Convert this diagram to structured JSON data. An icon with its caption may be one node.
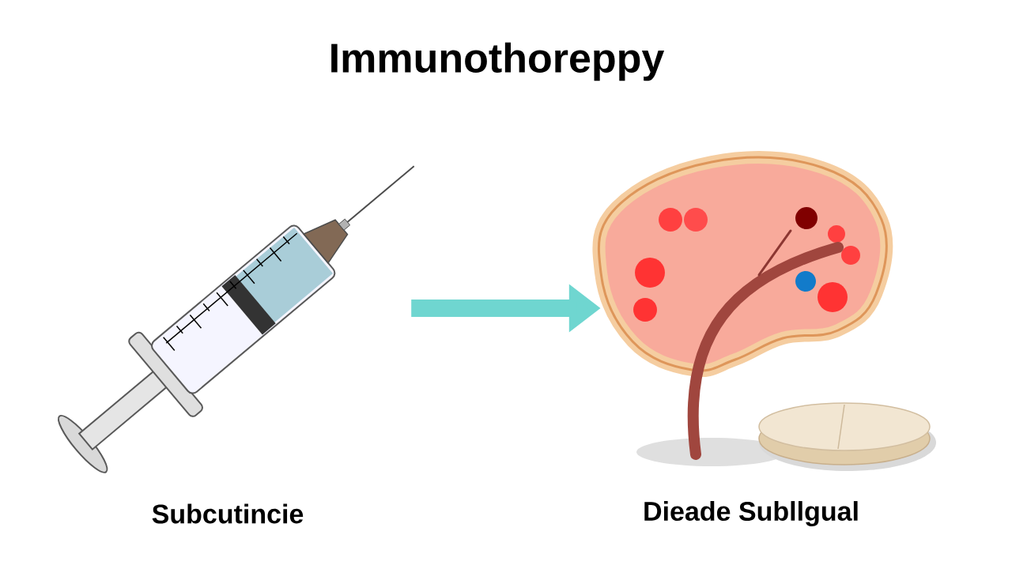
{
  "diagram": {
    "title": "Immunothoreppy",
    "nodes": [
      {
        "text": [],
        "shape": "picture",
        "beside": [
          "Subcutincie"
        ]
      },
      {
        "text": [],
        "shape": "picture",
        "beside": [
          "Dieade Subllgual"
        ]
      }
    ],
    "edges": [
      {
        "from": 0,
        "to": 1,
        "arrow": "to",
        "color": "#6fd6d0"
      }
    ]
  }
}
